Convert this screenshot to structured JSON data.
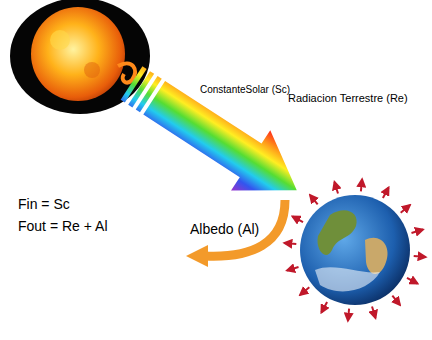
{
  "diagram": {
    "labels": [
      "ConstanteSolar (Sc)",
      "Radiacion Terrestre (Re)",
      "Albedo (Al)",
      "Fin = Sc",
      "Fout = Re + Al"
    ]
  }
}
